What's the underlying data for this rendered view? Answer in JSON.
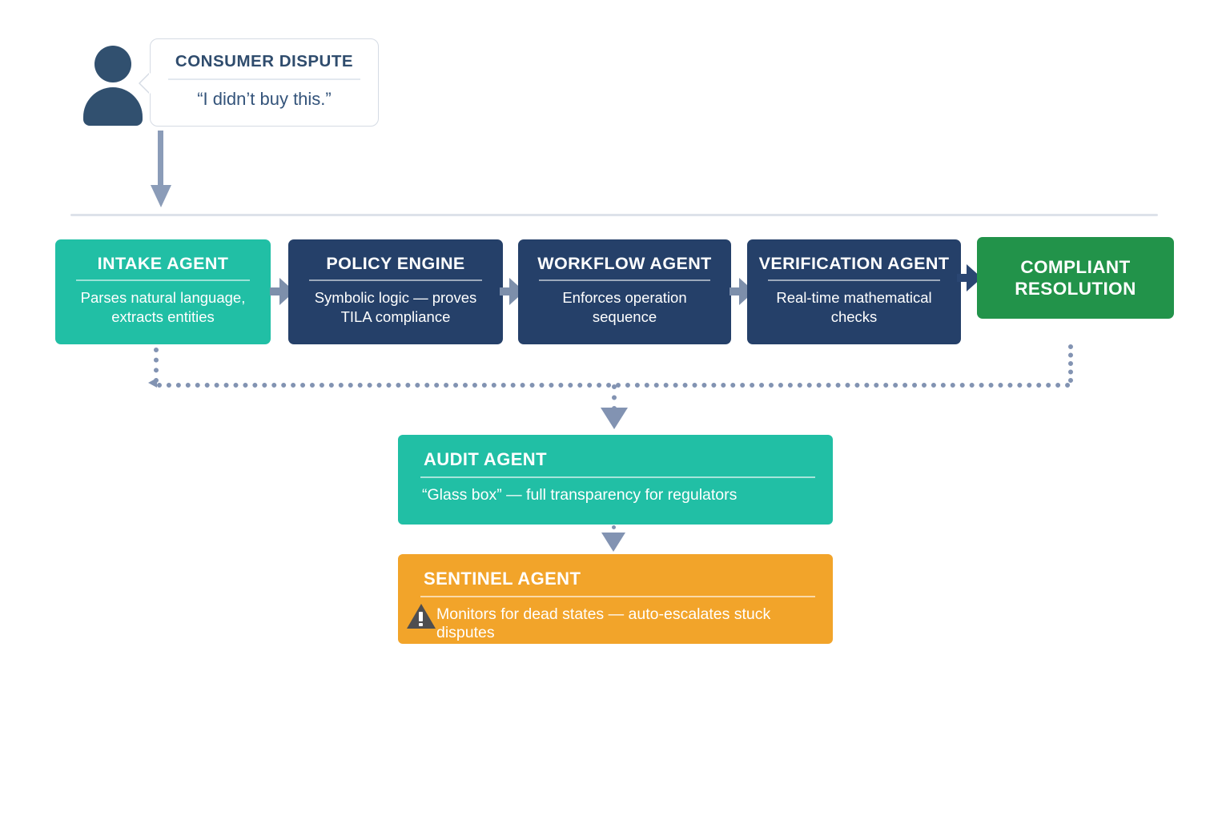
{
  "source": {
    "icon": "person-icon",
    "bubble": {
      "title": "CONSUMER DISPUTE",
      "quote": "“I didn’t buy this.”"
    }
  },
  "pipeline": {
    "stages": [
      {
        "id": "intake",
        "title": "INTAKE AGENT",
        "desc": "Parses natural language, extracts entities",
        "color": "#21bfa5"
      },
      {
        "id": "policy",
        "title": "POLICY ENGINE",
        "desc": "Symbolic logic — proves TILA compliance",
        "color": "#254069"
      },
      {
        "id": "workflow",
        "title": "WORKFLOW AGENT",
        "desc": "Enforces operation sequence",
        "color": "#254069"
      },
      {
        "id": "verify",
        "title": "VERIFICATION AGENT",
        "desc": "Real-time mathematical checks",
        "color": "#254069"
      }
    ],
    "outcome": {
      "id": "resolve",
      "title_line1": "COMPLIANT",
      "title_line2": "RESOLUTION",
      "color": "#22934a"
    }
  },
  "oversight": {
    "audit": {
      "title": "AUDIT AGENT",
      "desc": "“Glass box” — full transparency for regulators",
      "color": "#21bfa5"
    },
    "sentinel": {
      "title": "SENTINEL AGENT",
      "desc": "Monitors for dead states — auto-escalates stuck disputes",
      "icon": "warning-triangle-icon",
      "color": "#f2a42a"
    }
  },
  "connectors": {
    "feedback_color": "#8293b2",
    "flow_arrow_color": "#7d8fab"
  }
}
